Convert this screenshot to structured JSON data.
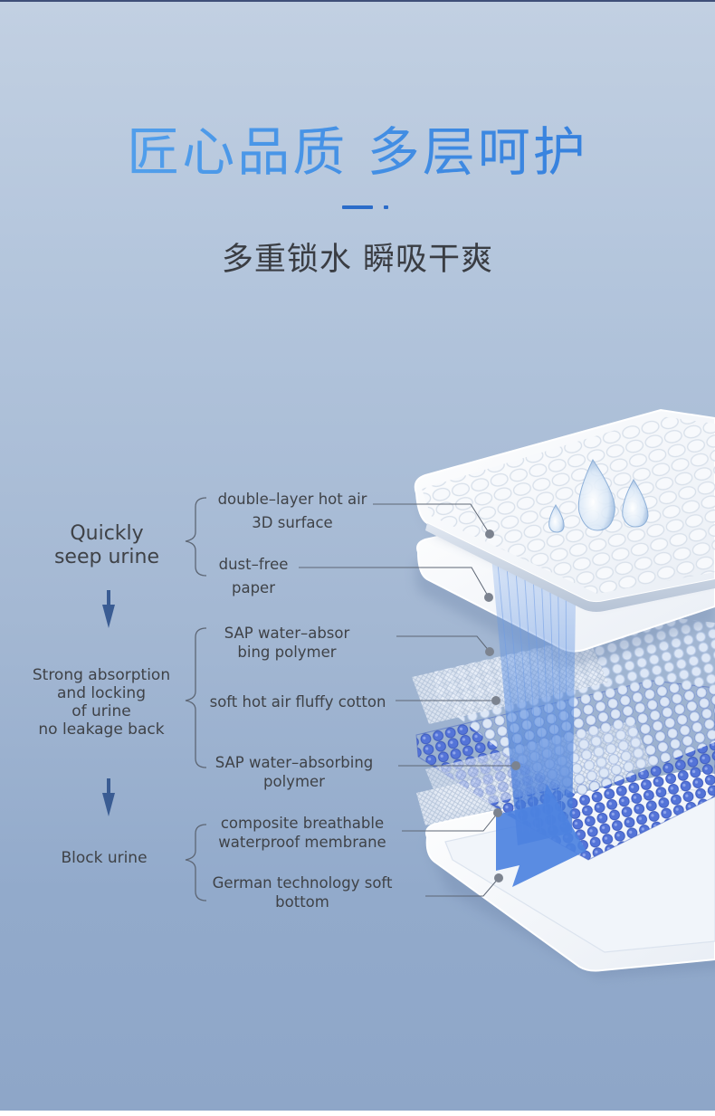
{
  "header": {
    "title": "匠心品质 多层呵护",
    "subtitle": "多重锁水 瞬吸干爽"
  },
  "stages": [
    {
      "label_line1": "Quickly",
      "label_line2": "seep urine"
    },
    {
      "label_line1": "Strong absorption",
      "label_line2": "and locking",
      "label_line3": "of urine",
      "label_line4": "no leakage back"
    },
    {
      "label_line1": "Block urine"
    }
  ],
  "layers": [
    {
      "line1": "double–layer hot air",
      "line2": "3D surface"
    },
    {
      "line1": "dust–free",
      "line2": "paper"
    },
    {
      "line1": "SAP water–absor",
      "line2": "bing polymer"
    },
    {
      "line1": "soft hot air fluffy cotton"
    },
    {
      "line1": "SAP water–absorbing",
      "line2": "polymer"
    },
    {
      "line1": "composite breathable",
      "line2": "waterproof membrane"
    },
    {
      "line1": "German technology soft",
      "line2": "bottom"
    }
  ],
  "colors": {
    "title_blue": "#3a8de6",
    "accent_blue": "#2b6cc9",
    "arrow_blue": "#3a5c93",
    "sap_blue": "#4c6fd6",
    "text_dark": "#3f4247"
  },
  "icons": [
    "down-arrow-icon",
    "water-drop-icon"
  ]
}
